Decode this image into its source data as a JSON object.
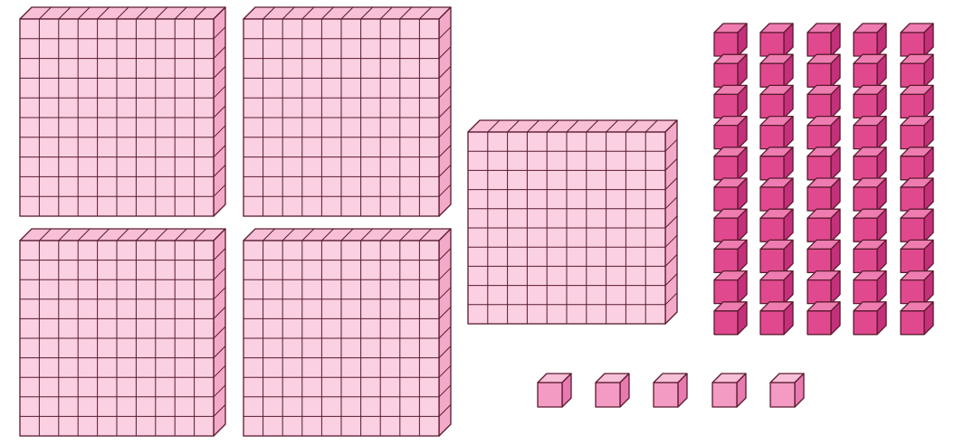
{
  "diagram": {
    "kind": "base-ten-blocks",
    "colors": {
      "background": "#ffffff",
      "outline": "#5a1a2e",
      "flat_face": "#fbd0e2",
      "flat_top": "#f8c0d7",
      "flat_side": "#f3aac9",
      "rod_front": "#e1498f",
      "rod_top": "#ee7cb0",
      "rod_side": "#c5307a",
      "unit_front": "#f39bc3",
      "unit_top": "#f8bfd9",
      "unit_side": "#e77aaf"
    },
    "hundreds": {
      "count": 5,
      "grid_per_side": 10
    },
    "tens": {
      "count": 5,
      "cubes_per_rod": 10
    },
    "ones": {
      "count": 5
    }
  }
}
